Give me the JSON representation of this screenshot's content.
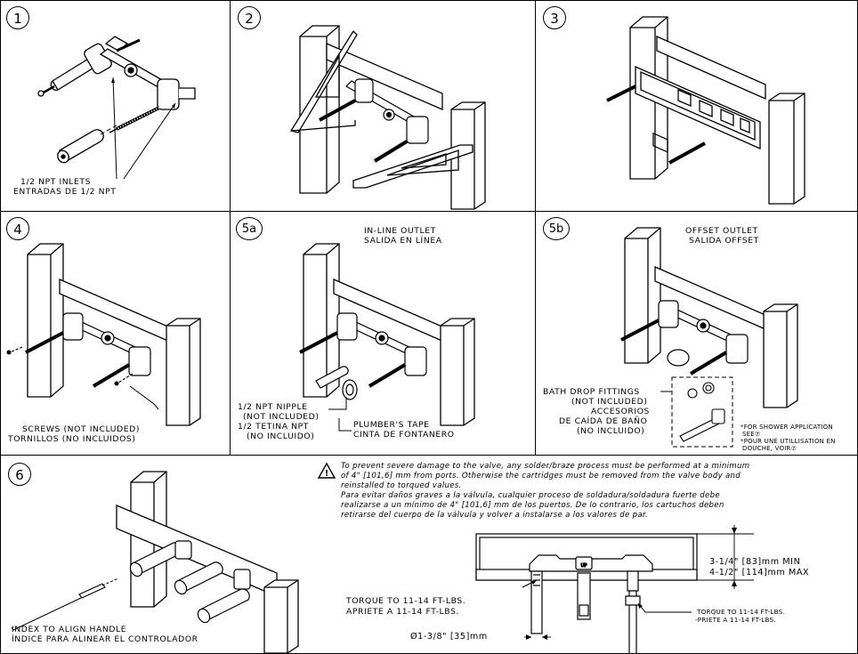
{
  "steps": {
    "s1": {
      "num": "1",
      "inlets_en": "1/2 NPT INLETS",
      "inlets_es": "ENTRADAS DE 1/2 NPT"
    },
    "s2": {
      "num": "2"
    },
    "s3": {
      "num": "3"
    },
    "s4": {
      "num": "4",
      "screws_en": "SCREWS (NOT INCLUDED)",
      "screws_es": "TORNILLOS (NO INCLUIDOS)"
    },
    "s5a": {
      "num": "5a",
      "title_en": "IN-LINE OUTLET",
      "title_es": "SALIDA EN LÍNEA",
      "nipple_1": "1/2 NPT NIPPLE",
      "nipple_2": "(NOT INCLUDED)",
      "nipple_3": "1/2 TETINA NPT",
      "nipple_4": "(NO INCLUIDO)",
      "tape_en": "PLUMBER'S TAPE",
      "tape_es": "CINTA DE FONTANERO"
    },
    "s5b": {
      "num": "5b",
      "title_en": "OFFSET OUTLET",
      "title_es": "SALIDA OFFSET",
      "fit_1": "BATH DROP FITTINGS",
      "fit_2": "(NOT INCLUDED)",
      "fit_3": "ACCESORIOS",
      "fit_4": "DE CAÍDA DE BAÑO",
      "fit_5": "(NO INCLUIDO)",
      "note_1": "*FOR SHOWER APPLICATION",
      "note_2": "SEE⑦",
      "note_3": "*POUR UNE UTILLISATION EN",
      "note_4": "DOUCHE, VOIR⑦"
    },
    "s6": {
      "num": "6",
      "index_en": "INDEX TO ALIGN HANDLE",
      "index_es": "ÍNDICE PARA ALINEAR EL CONTROLADOR"
    }
  },
  "warning": {
    "icon": "warning-triangle-icon",
    "line1": "To prevent severe damage to the valve, any solder/braze process must be performed at a minimum",
    "line2": "of 4\" [101,6] mm from ports. Otherwise the cartridges must be removed from the valve body and",
    "line3": "reinstalled to torqued values.",
    "line4": "Para evitar daños graves a la válvula, cualquier proceso de soldadura/soldadura fuerte debe",
    "line5": "realizarse a un mínimo de 4\" [101,6] mm de los puertos. De lo contrario, los cartuchos deben",
    "line6": "retirarse del cuerpo de la válvula y volver a instalarse a los valores de par."
  },
  "dims": {
    "min": "3-1/4\" [83]mm MIN",
    "max": "4-1/2\" [114]mm MAX",
    "torque_left_en": "TORQUE TO 11-14 FT-LBS.",
    "torque_left_es": "APRIETE A 11-14 FT-LBS.",
    "torque_right_en": "TORQUE TO 11-14 FT-LBS.",
    "torque_right_es": "-PRIETE A 11-14 FT-LBS.",
    "diameter": "Ø1-3/8\" [35]mm",
    "up": "UP"
  }
}
